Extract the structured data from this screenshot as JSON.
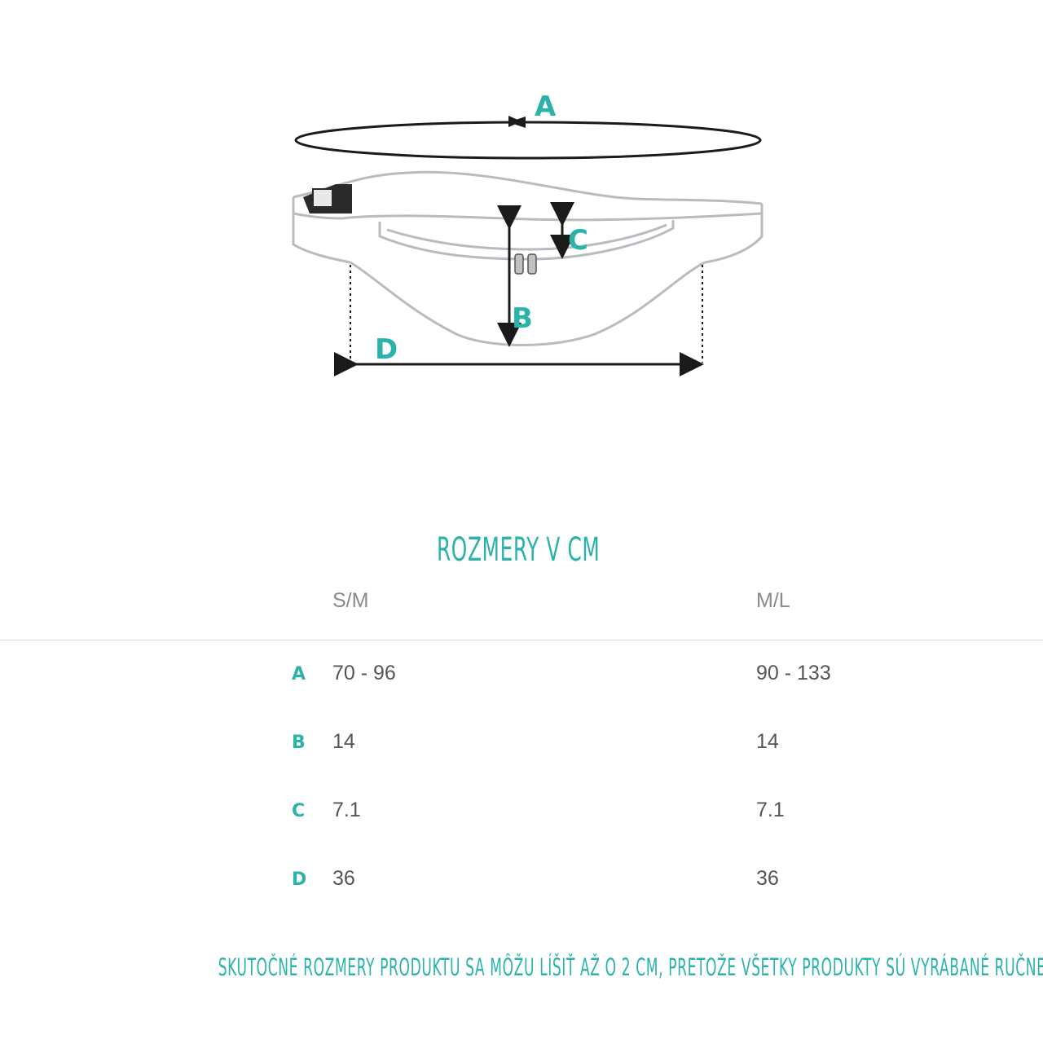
{
  "diagram": {
    "labels": {
      "a": "A",
      "b": "B",
      "c": "C",
      "d": "D"
    },
    "accent_color": "#2bb3aa",
    "line_color": "#1a1a1a",
    "outline_color": "#b8bcc0"
  },
  "table": {
    "title": "ROZMERY V CM",
    "columns": [
      "S/M",
      "M/L"
    ],
    "rows": [
      {
        "label": "A",
        "sm": "70 - 96",
        "ml": "90 - 133"
      },
      {
        "label": "B",
        "sm": "14",
        "ml": "14"
      },
      {
        "label": "C",
        "sm": "7.1",
        "ml": "7.1"
      },
      {
        "label": "D",
        "sm": "36",
        "ml": "36"
      }
    ]
  },
  "footnote": "SKUTOČNÉ ROZMERY PRODUKTU SA MÔŽU LÍŠIŤ AŽ O 2 CM, PRETOŽE VŠETKY PRODUKTY SÚ VYRÁBANÉ RUČNE."
}
